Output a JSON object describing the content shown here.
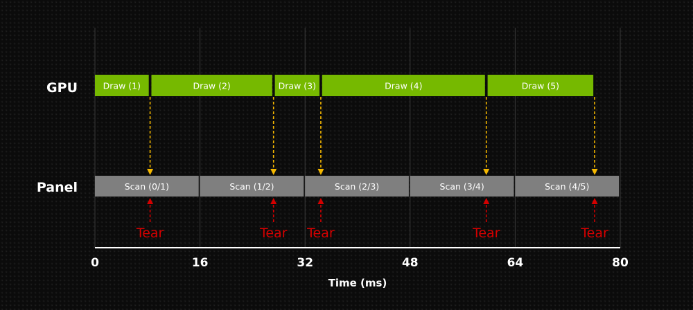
{
  "rows": [
    {
      "id": "gpu",
      "label": "GPU"
    },
    {
      "id": "panel",
      "label": "Panel"
    }
  ],
  "chart_data": {
    "type": "diagram",
    "xlabel": "Time (ms)",
    "xlim": [
      0,
      80
    ],
    "xticks": [
      0,
      16,
      32,
      48,
      64,
      80
    ],
    "gpu_draws": [
      {
        "label": "Draw (1)",
        "start": 0,
        "end": 8.2
      },
      {
        "label": "Draw (2)",
        "start": 8.6,
        "end": 27.0
      },
      {
        "label": "Draw (3)",
        "start": 27.4,
        "end": 34.2
      },
      {
        "label": "Draw (4)",
        "start": 34.6,
        "end": 59.4
      },
      {
        "label": "Draw (5)",
        "start": 59.8,
        "end": 75.9
      }
    ],
    "panel_scans": [
      {
        "label": "Scan (0/1)",
        "start": 0,
        "end": 15.8
      },
      {
        "label": "Scan (1/2)",
        "start": 16.0,
        "end": 31.8
      },
      {
        "label": "Scan (2/3)",
        "start": 32.0,
        "end": 47.8
      },
      {
        "label": "Scan (3/4)",
        "start": 48.0,
        "end": 63.8
      },
      {
        "label": "Scan (4/5)",
        "start": 64.0,
        "end": 79.8
      }
    ],
    "tears": [
      {
        "time": 8.4,
        "label": "Tear"
      },
      {
        "time": 27.2,
        "label": "Tear"
      },
      {
        "time": 34.4,
        "label": "Tear"
      },
      {
        "time": 59.6,
        "label": "Tear"
      },
      {
        "time": 76.1,
        "label": "Tear"
      }
    ],
    "colors": {
      "draw": "#76b900",
      "scan": "#7f7f7f",
      "arrow": "#f5b800",
      "tear": "#d40000",
      "grid": "#3a3a3a",
      "axis": "#ffffff",
      "text": "#ffffff"
    }
  }
}
